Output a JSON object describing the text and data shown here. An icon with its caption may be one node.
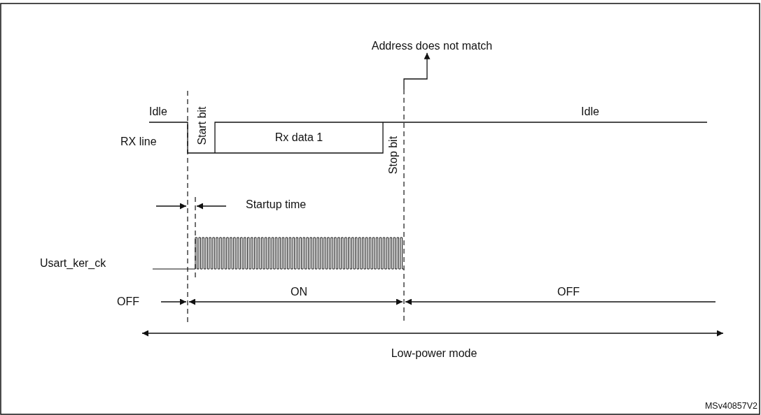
{
  "diagram": {
    "nodes": [
      {
        "text": [
          "Address does not match"
        ]
      },
      {
        "text": [],
        "shape": "line"
      }
    ],
    "edges": [
      {
        "from": 1,
        "to": 0,
        "arrow": "to"
      }
    ],
    "labels": [
      "Idle",
      "Start bit",
      "Rx data 1",
      "Stop bit",
      "Idle",
      "RX line",
      "Startup time",
      "Usart_ker_ck",
      "OFF",
      "ON",
      "OFF",
      "Low-power mode",
      "MSv40857V2"
    ]
  }
}
